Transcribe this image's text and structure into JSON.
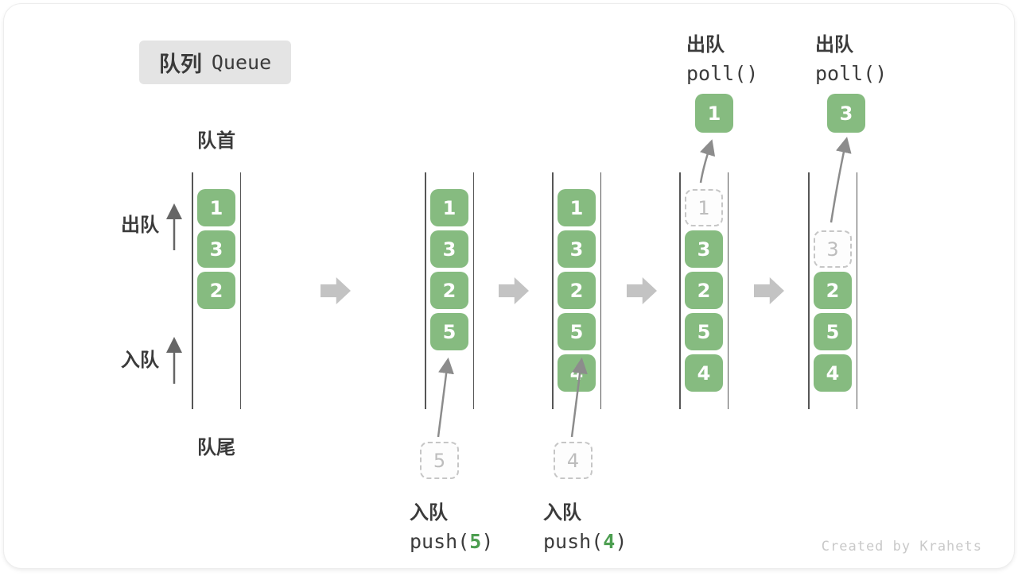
{
  "title": {
    "zh": "队列",
    "en": "Queue"
  },
  "labels": {
    "front": "队首",
    "rear": "队尾",
    "dequeue_direction": "出队",
    "enqueue_direction": "入队"
  },
  "colors": {
    "cell_green": "#86BB80",
    "code_arg_green": "#4c9e50",
    "block_arrow_gray": "#c3c3c3",
    "wall_gray": "#565656",
    "ghost_gray": "#c6c6c6",
    "text_dark": "#3b3b3b",
    "badge_bg": "#e4e4e4"
  },
  "states": [
    {
      "cells": [
        {
          "value": "1"
        },
        {
          "value": "3"
        },
        {
          "value": "2"
        }
      ]
    },
    {
      "cells": [
        {
          "value": "1"
        },
        {
          "value": "3"
        },
        {
          "value": "2"
        },
        {
          "value": "5"
        }
      ]
    },
    {
      "cells": [
        {
          "value": "1"
        },
        {
          "value": "3"
        },
        {
          "value": "2"
        },
        {
          "value": "5"
        },
        {
          "value": "4"
        }
      ]
    },
    {
      "cells": [
        {
          "value": "1",
          "ghost": true
        },
        {
          "value": "3"
        },
        {
          "value": "2"
        },
        {
          "value": "5"
        },
        {
          "value": "4"
        }
      ]
    },
    {
      "cells": [
        {
          "value": "3",
          "ghost": true
        },
        {
          "value": "2"
        },
        {
          "value": "5"
        },
        {
          "value": "4"
        }
      ]
    }
  ],
  "operations": {
    "push5": {
      "action": "入队",
      "fn_open": "push(",
      "arg": "5",
      "fn_close": ")",
      "incoming": "5"
    },
    "push4": {
      "action": "入队",
      "fn_open": "push(",
      "arg": "4",
      "fn_close": ")",
      "incoming": "4"
    },
    "poll1": {
      "action": "出队",
      "fn": "poll()",
      "result": "1"
    },
    "poll2": {
      "action": "出队",
      "fn": "poll()",
      "result": "3"
    }
  },
  "watermark": "Created by Krahets"
}
